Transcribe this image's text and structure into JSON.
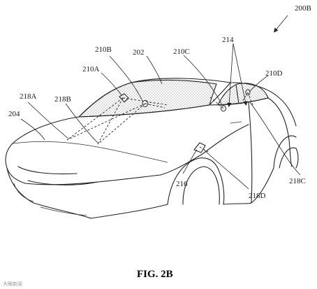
{
  "figure": {
    "caption": "FIG. 2B",
    "ref_main": "200B",
    "labels": {
      "windshield": "202",
      "hood": "204",
      "sensor_a": "210A",
      "sensor_b": "210B",
      "sensor_c": "210C",
      "sensor_d": "210D",
      "sidewindow": "214",
      "mirror": "216",
      "view_a": "218A",
      "view_b": "218B",
      "view_c": "218C",
      "view_d": "218D"
    }
  },
  "watermark": "大眼新闻"
}
